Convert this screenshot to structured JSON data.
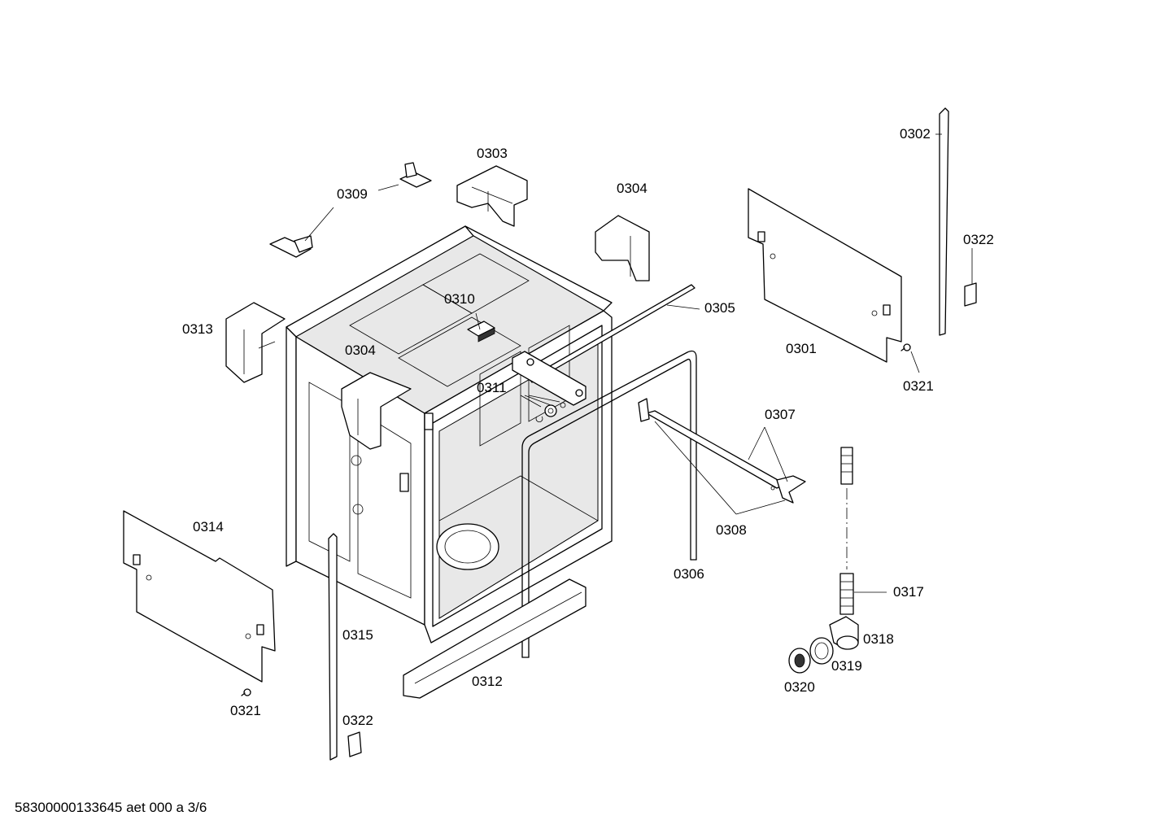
{
  "footer": {
    "doc_id": "58300000133645 aet 000 a 3/6"
  },
  "labels": {
    "p0302": "0302",
    "p0303": "0303",
    "p0309": "0309",
    "p0304a": "0304",
    "p0322a": "0322",
    "p0310": "0310",
    "p0305": "0305",
    "p0313": "0313",
    "p0304b": "0304",
    "p0301": "0301",
    "p0321a": "0321",
    "p0311": "0311",
    "p0307": "0307",
    "p0314": "0314",
    "p0308": "0308",
    "p0306": "0306",
    "p0317": "0317",
    "p0315": "0315",
    "p0318": "0318",
    "p0312": "0312",
    "p0319": "0319",
    "p0320": "0320",
    "p0321b": "0321",
    "p0322b": "0322"
  }
}
